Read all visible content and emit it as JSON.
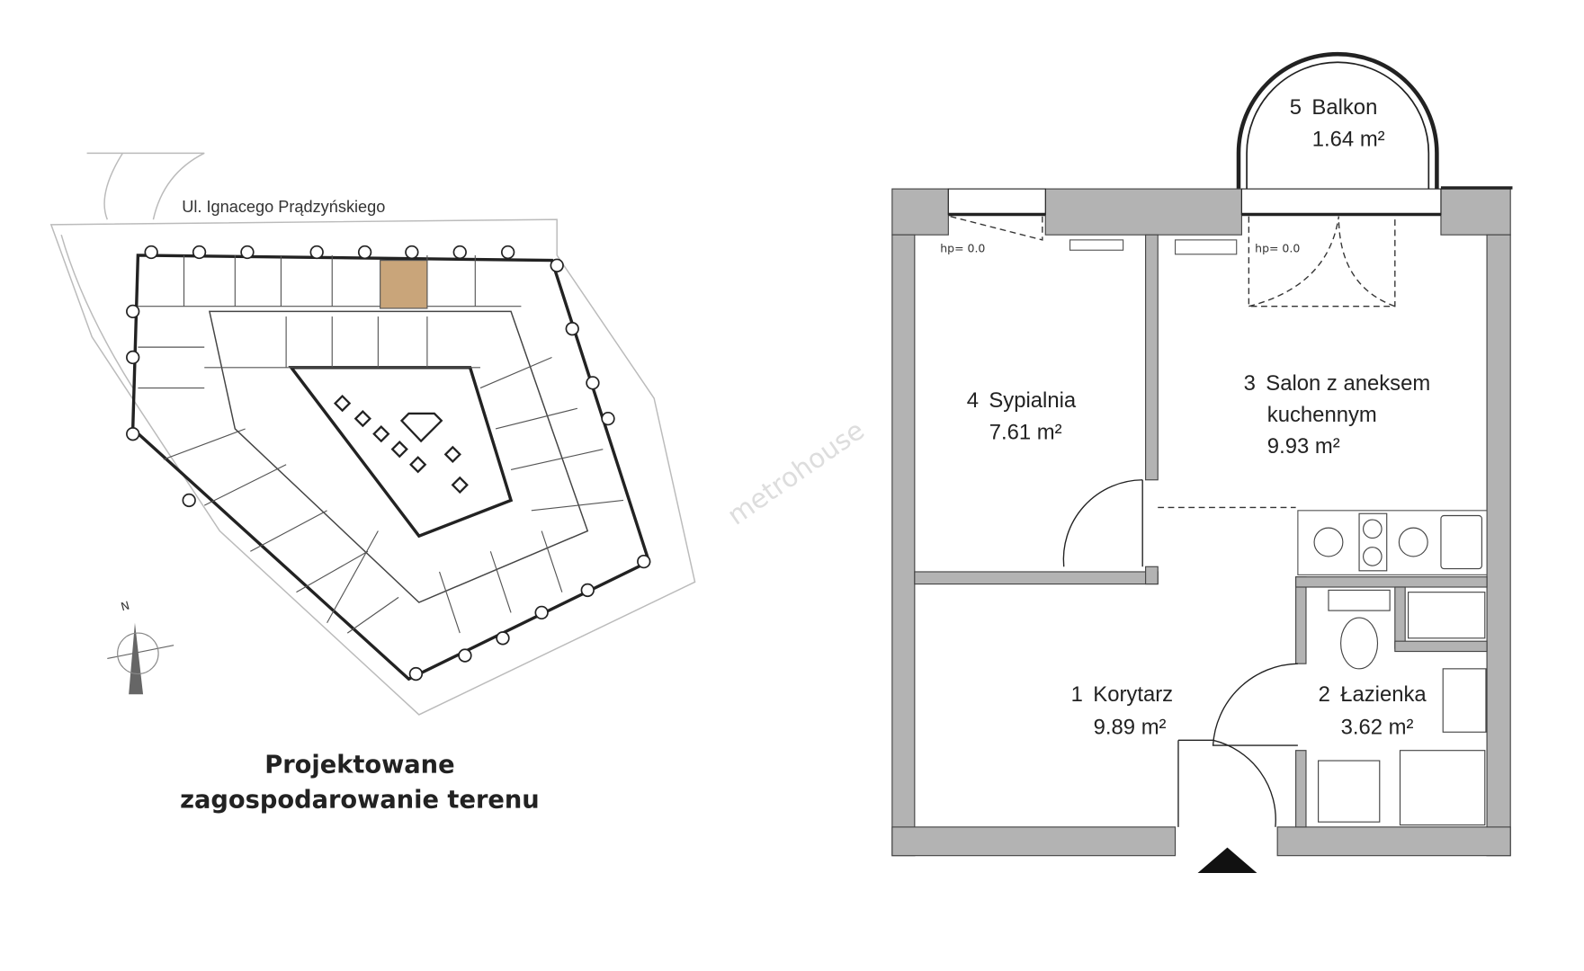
{
  "site_plan": {
    "street": "Ul. Ignacego Prądzyńskiego",
    "north_label": "N",
    "caption_line1": "Projektowane",
    "caption_line2": "zagospodarowanie terenu"
  },
  "watermark": "metrohouse",
  "floor_plan": {
    "rooms": [
      {
        "number": "1",
        "name": "Korytarz",
        "area": "9.89 m²"
      },
      {
        "number": "2",
        "name": "Łazienka",
        "area": "3.62 m²"
      },
      {
        "number": "3",
        "name": "Salon z aneksem",
        "name2": "kuchennym",
        "area": "9.93 m²"
      },
      {
        "number": "4",
        "name": "Sypialnia",
        "area": "7.61 m²"
      },
      {
        "number": "5",
        "name": "Balkon",
        "area": "1.64 m²"
      }
    ],
    "hp_left": "hp= 0.0",
    "hp_right": "hp= 0.0",
    "highlight_color": "#c9a57a",
    "wall_color": "#b3b3b3"
  }
}
